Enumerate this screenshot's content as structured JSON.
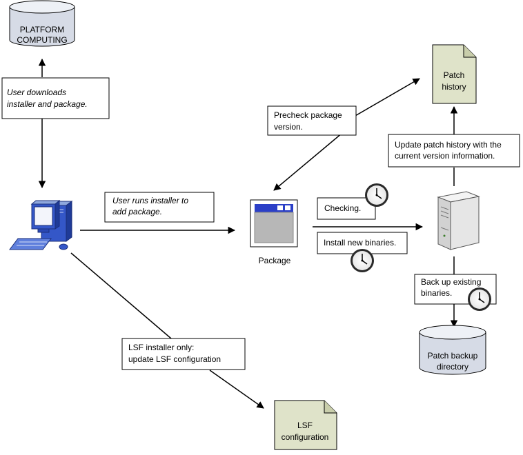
{
  "nodes": {
    "platform_computing": {
      "lines": [
        "PLATFORM",
        "COMPUTING"
      ]
    },
    "patch_history": {
      "lines": [
        "Patch",
        "history"
      ]
    },
    "package": {
      "label": "Package"
    },
    "patch_backup": {
      "lines": [
        "Patch backup",
        "directory"
      ]
    },
    "lsf_config": {
      "lines": [
        "LSF",
        "configuration"
      ]
    }
  },
  "notes": {
    "download": [
      "User downloads",
      "installer and package."
    ],
    "precheck": [
      "Precheck package",
      "version."
    ],
    "update_history": [
      "Update patch history with the",
      "current version information."
    ],
    "run_installer": [
      "User runs installer to",
      "add package."
    ],
    "checking": "Checking.",
    "install_binaries": "Install new binaries.",
    "backup": [
      "Back up existing",
      "binaries."
    ],
    "lsf_only": [
      "LSF installer only:",
      "update LSF configuration"
    ]
  },
  "colors": {
    "cylinder_fill": "#d6dbe6",
    "cylinder_top": "#eef1f6",
    "document_fill": "#dfe3c9",
    "window_title": "#2b3fc7",
    "window_body": "#b7b7b7",
    "server_fill": "#e6e6e6"
  }
}
